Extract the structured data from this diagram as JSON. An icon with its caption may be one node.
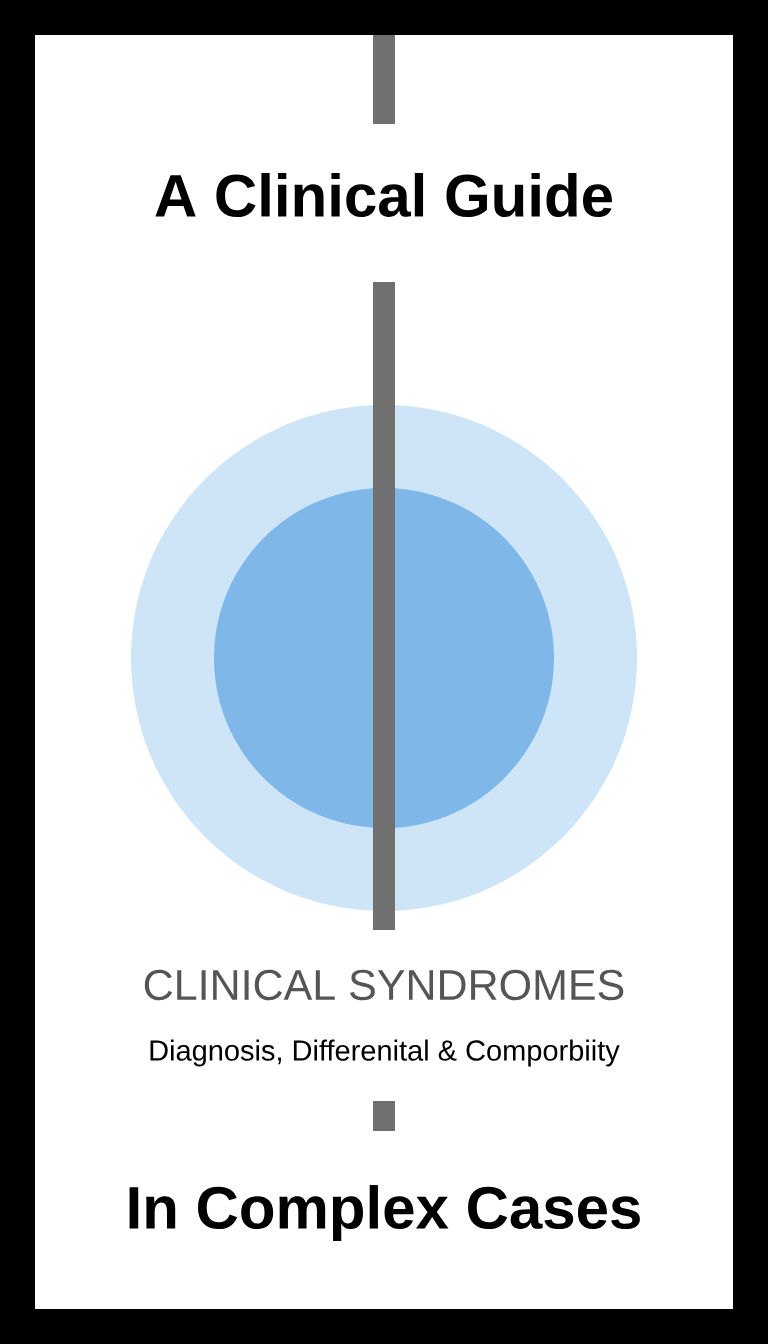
{
  "diagram": {
    "title": "A Clinical Guide",
    "labels": [
      "CLINICAL SYNDROMES",
      "Diagnosis, Differenital & Comporbiity",
      "In Complex Cases"
    ]
  }
}
